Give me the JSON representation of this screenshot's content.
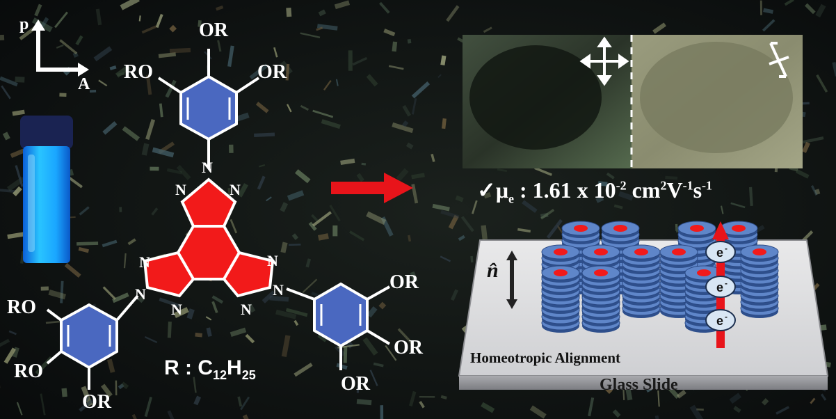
{
  "polarizer": {
    "p": "p",
    "a": "A"
  },
  "molecule": {
    "substituent": "OR",
    "substituent_left": "RO",
    "nitrogen": "N",
    "r_label": "R : C",
    "r_sub1": "12",
    "r_h": "H",
    "r_sub2": "25"
  },
  "mobility": {
    "check": "✓",
    "mu": "μ",
    "mu_sub": "e",
    "text1": " : 1.61 x 10",
    "exp1": "-2",
    "text2": " cm",
    "exp2": "2",
    "text3": "V",
    "exp3": "-1",
    "text4": "s",
    "exp4": "-1"
  },
  "device": {
    "alignment": "Homeotropic Alignment",
    "substrate": "Glass Slide",
    "director": "n̂",
    "electron": "e",
    "electron_sup": "-"
  },
  "colors": {
    "core_red": "#f21a1a",
    "ring_blue": "#4a68c0",
    "disc_blue": "#5f86c9",
    "vial_glow": "#1aa6ff",
    "arrow_red": "#e8141a"
  }
}
